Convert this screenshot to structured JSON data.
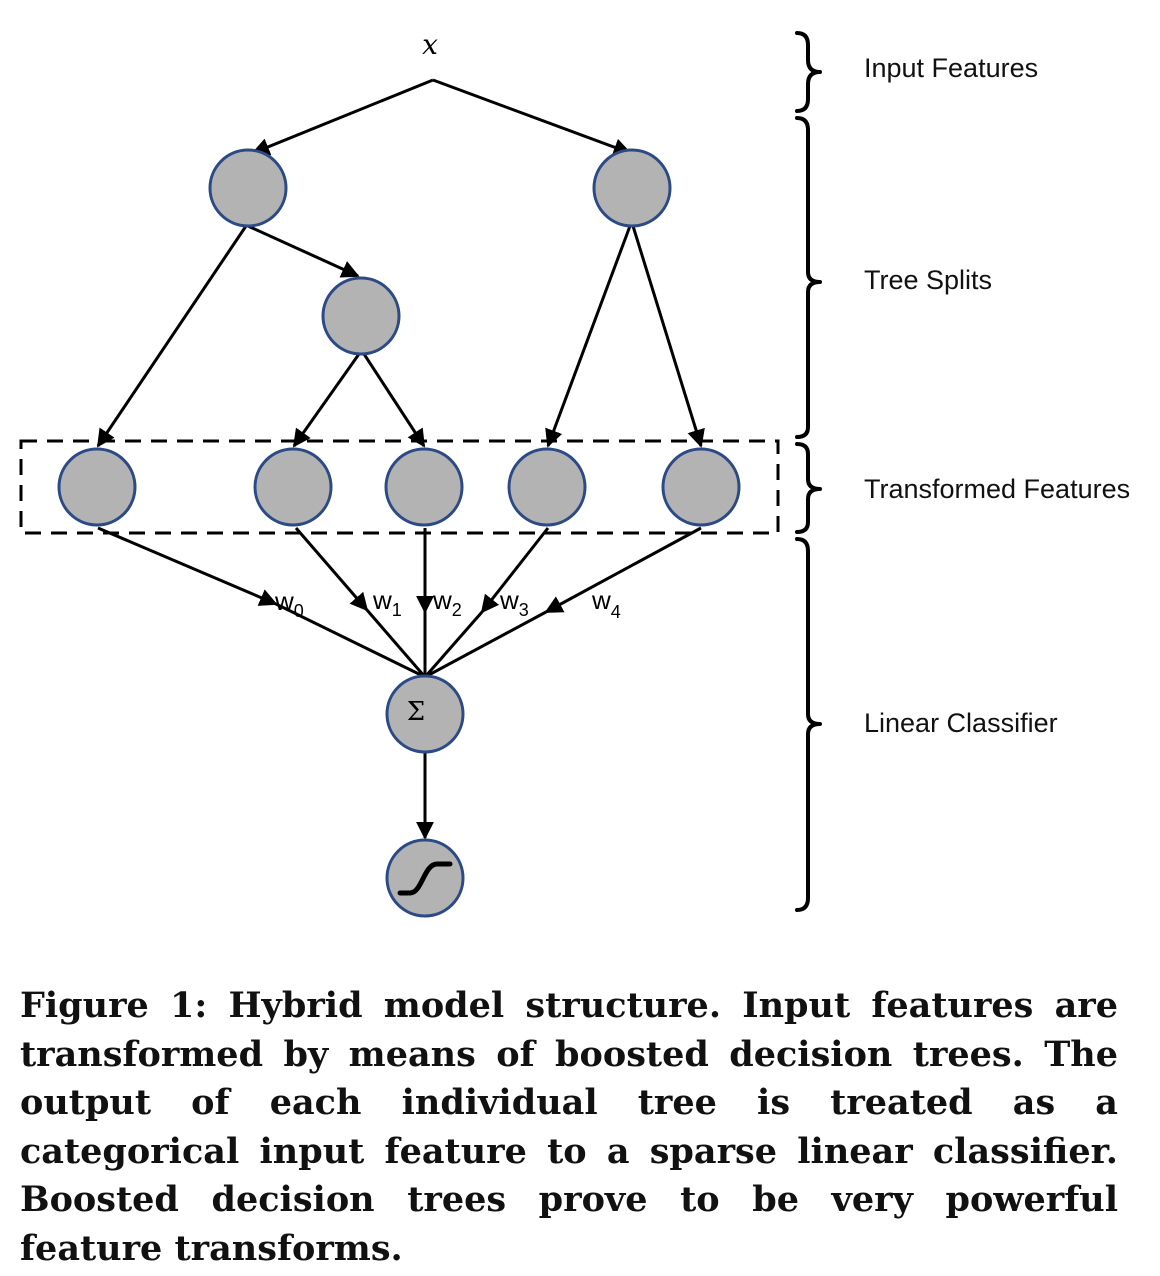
{
  "diagram": {
    "input_label": "x",
    "section_labels": {
      "input_features": "Input Features",
      "tree_splits": "Tree Splits",
      "transformed_features": "Transformed Features",
      "linear_classifier": "Linear Classifier"
    },
    "weights": [
      {
        "base": "w",
        "sub": "0"
      },
      {
        "base": "w",
        "sub": "1"
      },
      {
        "base": "w",
        "sub": "2"
      },
      {
        "base": "w",
        "sub": "3"
      },
      {
        "base": "w",
        "sub": "4"
      }
    ],
    "sum_symbol": "Σ",
    "colors": {
      "node_fill": "#b3b3b3",
      "node_stroke": "#2c4a86"
    }
  },
  "caption": "Figure 1: Hybrid model structure. Input features are transformed by means of boosted decision trees. The output of each individual tree is treated as a categorical input feature to a sparse linear classifier. Boosted decision trees prove to be very powerful feature transforms."
}
